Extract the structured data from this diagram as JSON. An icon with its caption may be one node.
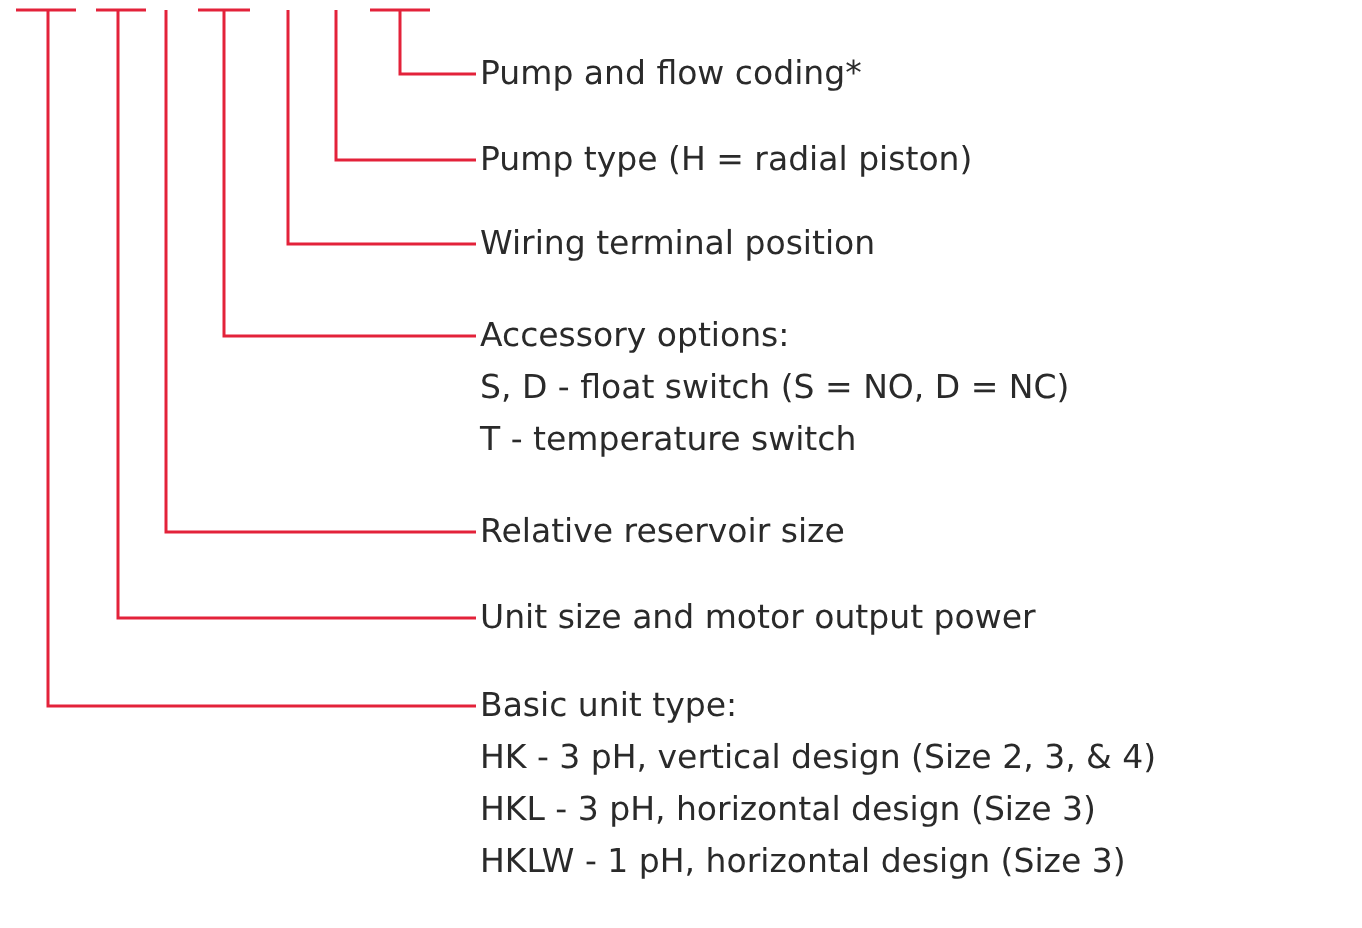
{
  "diagram": {
    "nodes": [
      {
        "text": [
          "Pump and flow coding*"
        ]
      },
      {
        "text": [
          "Pump type (H = radial piston)"
        ]
      },
      {
        "text": [
          "Wiring terminal position"
        ]
      },
      {
        "text": [
          "Accessory options:",
          "S, D - float switch (S = NO, D = NC)",
          "T - temperature switch"
        ]
      },
      {
        "text": [
          "Relative reservoir size"
        ]
      },
      {
        "text": [
          "Unit size and motor output power"
        ]
      },
      {
        "text": [
          "Basic unit type:",
          "HK - 3 pH, vertical design (Size 2, 3, & 4)",
          "HKL - 3 pH, horizontal design (Size 3)",
          "HKLW - 1 pH, horizontal design (Size 3)"
        ]
      }
    ],
    "edges": [
      {
        "from": null,
        "to": 0,
        "arrow": "none"
      },
      {
        "from": null,
        "to": 1,
        "arrow": "none"
      },
      {
        "from": null,
        "to": 2,
        "arrow": "none"
      },
      {
        "from": null,
        "to": 3,
        "arrow": "none"
      },
      {
        "from": null,
        "to": 4,
        "arrow": "none"
      },
      {
        "from": null,
        "to": 5,
        "arrow": "none"
      },
      {
        "from": null,
        "to": 6,
        "arrow": "none"
      }
    ]
  }
}
